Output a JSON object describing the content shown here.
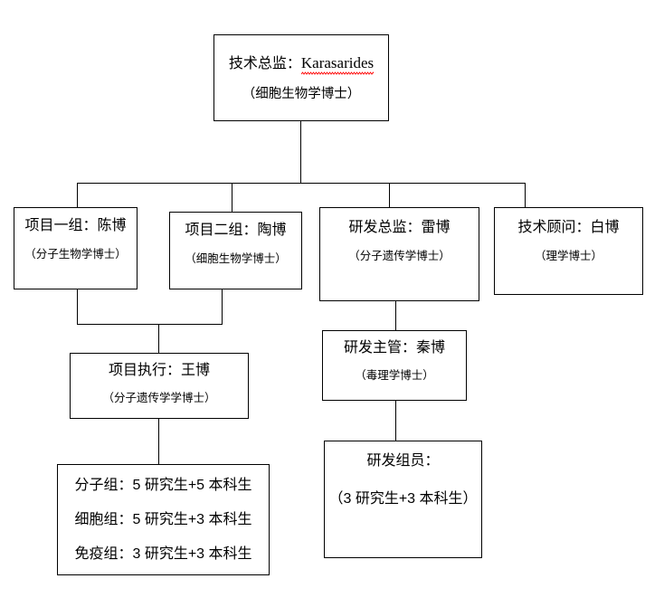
{
  "diagram": {
    "type": "organization-chart",
    "title_text": "技术总监：Karasarides",
    "nodes": [
      {
        "id": "tech-director",
        "title_prefix": "技术总监：",
        "title_name": "Karasarides",
        "subtitle": "（细胞生物学博士）",
        "spellcheck_underline": true
      },
      {
        "id": "project-group-1",
        "title": "项目一组：陈博",
        "subtitle": "（分子生物学博士）"
      },
      {
        "id": "project-group-2",
        "title": "项目二组：陶博",
        "subtitle": "（细胞生物学博士）"
      },
      {
        "id": "rd-director",
        "title": "研发总监：雷博",
        "subtitle": "（分子遗传学博士）"
      },
      {
        "id": "tech-advisor",
        "title": "技术顾问：白博",
        "subtitle": "（理学博士）"
      },
      {
        "id": "project-execution",
        "title": "项目执行：王博",
        "subtitle": "（分子遗传学学博士）"
      },
      {
        "id": "rd-supervisor",
        "title": "研发主管：秦博",
        "subtitle": "（毒理学博士）"
      },
      {
        "id": "project-teams",
        "lines": [
          "分子组：5 研究生+5 本科生",
          "细胞组：5 研究生+3 本科生",
          "免疫组：3 研究生+3 本科生"
        ]
      },
      {
        "id": "rd-team-members",
        "title": "研发组员：",
        "subtitle": "（3 研究生+3 本科生）"
      }
    ],
    "colors": {
      "border": "#000000",
      "text": "#000000",
      "background": "#ffffff",
      "spellcheck": "#ff0000"
    }
  }
}
